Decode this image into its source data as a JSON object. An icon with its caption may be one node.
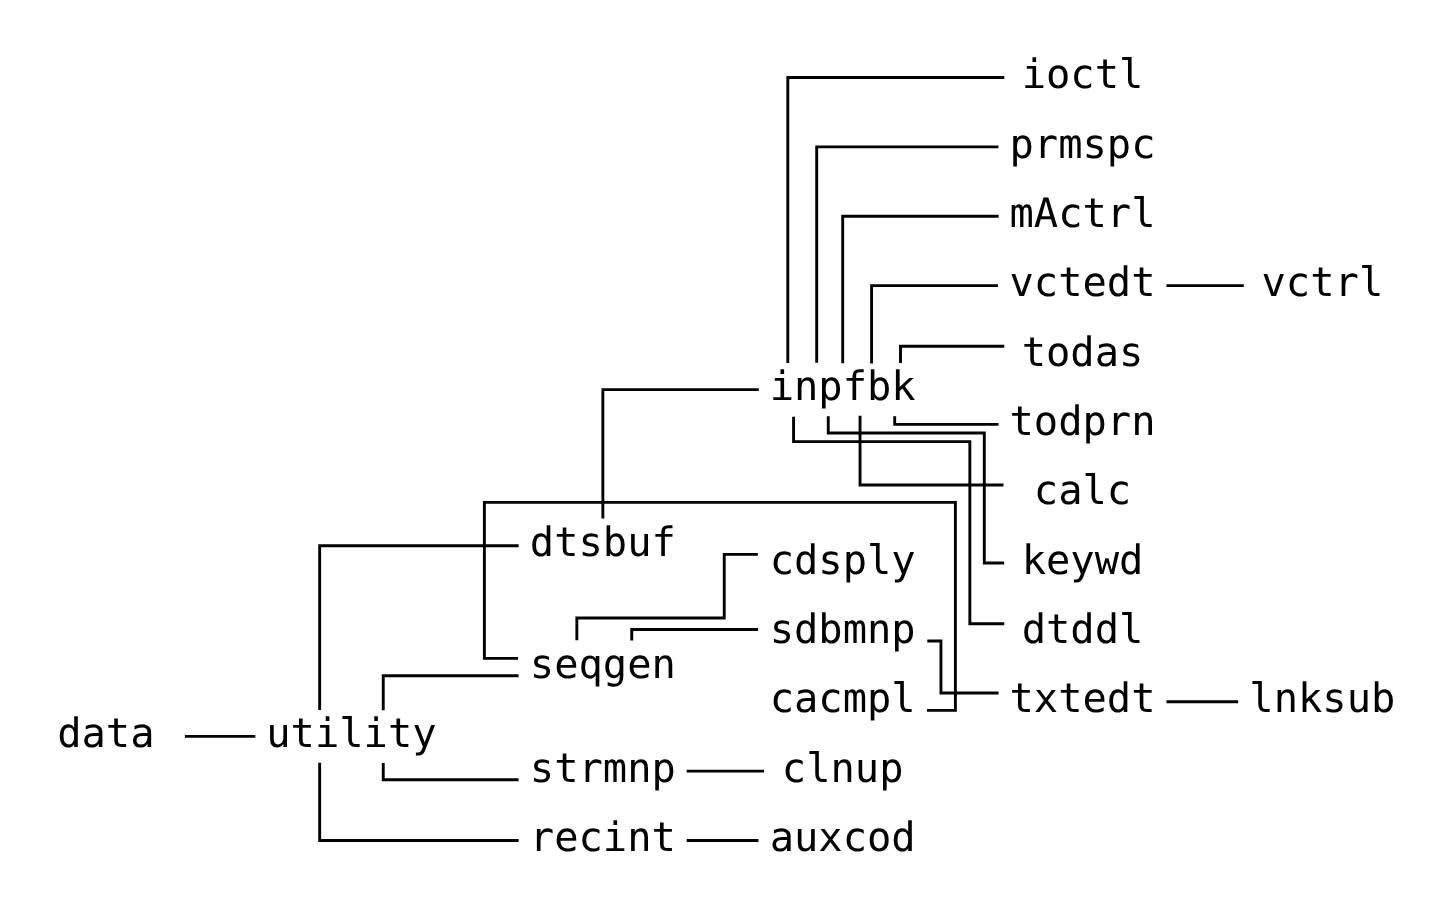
{
  "diagram": {
    "nodes": [
      {
        "text": [
          "data"
        ]
      },
      {
        "text": [
          "utility"
        ]
      },
      {
        "text": [
          "dtsbuf"
        ]
      },
      {
        "text": [
          "inpfbk"
        ]
      },
      {
        "text": [
          "ioctl"
        ]
      },
      {
        "text": [
          "prmspc"
        ]
      },
      {
        "text": [
          "mActrl"
        ]
      },
      {
        "text": [
          "vctedt"
        ]
      },
      {
        "text": [
          "vctrl"
        ]
      },
      {
        "text": [
          "todas"
        ]
      },
      {
        "text": [
          "todprn"
        ]
      },
      {
        "text": [
          "calc"
        ]
      },
      {
        "text": [
          "keywd"
        ]
      },
      {
        "text": [
          "dtddl"
        ]
      },
      {
        "text": [
          "seqgen"
        ]
      },
      {
        "text": [
          "cdsply"
        ]
      },
      {
        "text": [
          "sdbmnp"
        ]
      },
      {
        "text": [
          "cacmpl"
        ]
      },
      {
        "text": [
          "txtedt"
        ]
      },
      {
        "text": [
          "lnksub"
        ]
      },
      {
        "text": [
          "strmnp"
        ]
      },
      {
        "text": [
          "clnup"
        ]
      },
      {
        "text": [
          "recint"
        ]
      },
      {
        "text": [
          "auxcod"
        ]
      }
    ],
    "edges": [
      {
        "from": 0,
        "to": 1,
        "arrow": "none"
      },
      {
        "from": 1,
        "to": 2,
        "arrow": "none"
      },
      {
        "from": 2,
        "to": 3,
        "arrow": "none"
      },
      {
        "from": 3,
        "to": 4,
        "arrow": "none"
      },
      {
        "from": 3,
        "to": 5,
        "arrow": "none"
      },
      {
        "from": 3,
        "to": 6,
        "arrow": "none"
      },
      {
        "from": 3,
        "to": 7,
        "arrow": "none"
      },
      {
        "from": 7,
        "to": 8,
        "arrow": "none"
      },
      {
        "from": 3,
        "to": 9,
        "arrow": "none"
      },
      {
        "from": 3,
        "to": 10,
        "arrow": "none"
      },
      {
        "from": 3,
        "to": 11,
        "arrow": "none"
      },
      {
        "from": 3,
        "to": 12,
        "arrow": "none"
      },
      {
        "from": 3,
        "to": 13,
        "arrow": "none"
      },
      {
        "from": 1,
        "to": 14,
        "arrow": "none"
      },
      {
        "from": 14,
        "to": 15,
        "arrow": "none"
      },
      {
        "from": 14,
        "to": 16,
        "arrow": "none"
      },
      {
        "from": 14,
        "to": 17,
        "arrow": "none"
      },
      {
        "from": 16,
        "to": 18,
        "arrow": "none"
      },
      {
        "from": 18,
        "to": 19,
        "arrow": "none"
      },
      {
        "from": 1,
        "to": 20,
        "arrow": "none"
      },
      {
        "from": 20,
        "to": 21,
        "arrow": "none"
      },
      {
        "from": 1,
        "to": 22,
        "arrow": "none"
      },
      {
        "from": 22,
        "to": 23,
        "arrow": "none"
      }
    ]
  }
}
